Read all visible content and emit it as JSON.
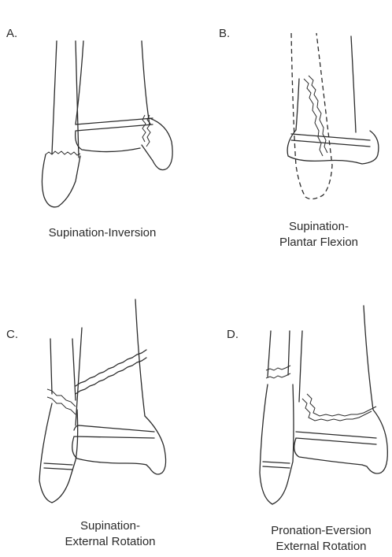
{
  "panels": [
    {
      "letter": "A.",
      "caption": [
        "Supination-Inversion"
      ]
    },
    {
      "letter": "B.",
      "caption": [
        "Supination-",
        "Plantar Flexion"
      ]
    },
    {
      "letter": "C.",
      "caption": [
        "Supination-",
        "External Rotation"
      ]
    },
    {
      "letter": "D.",
      "caption": [
        "Pronation-Eversion",
        "External Rotation"
      ]
    }
  ],
  "colors": {
    "line": "#2b2b2b",
    "text": "#2a2a2a",
    "background": "#ffffff"
  }
}
